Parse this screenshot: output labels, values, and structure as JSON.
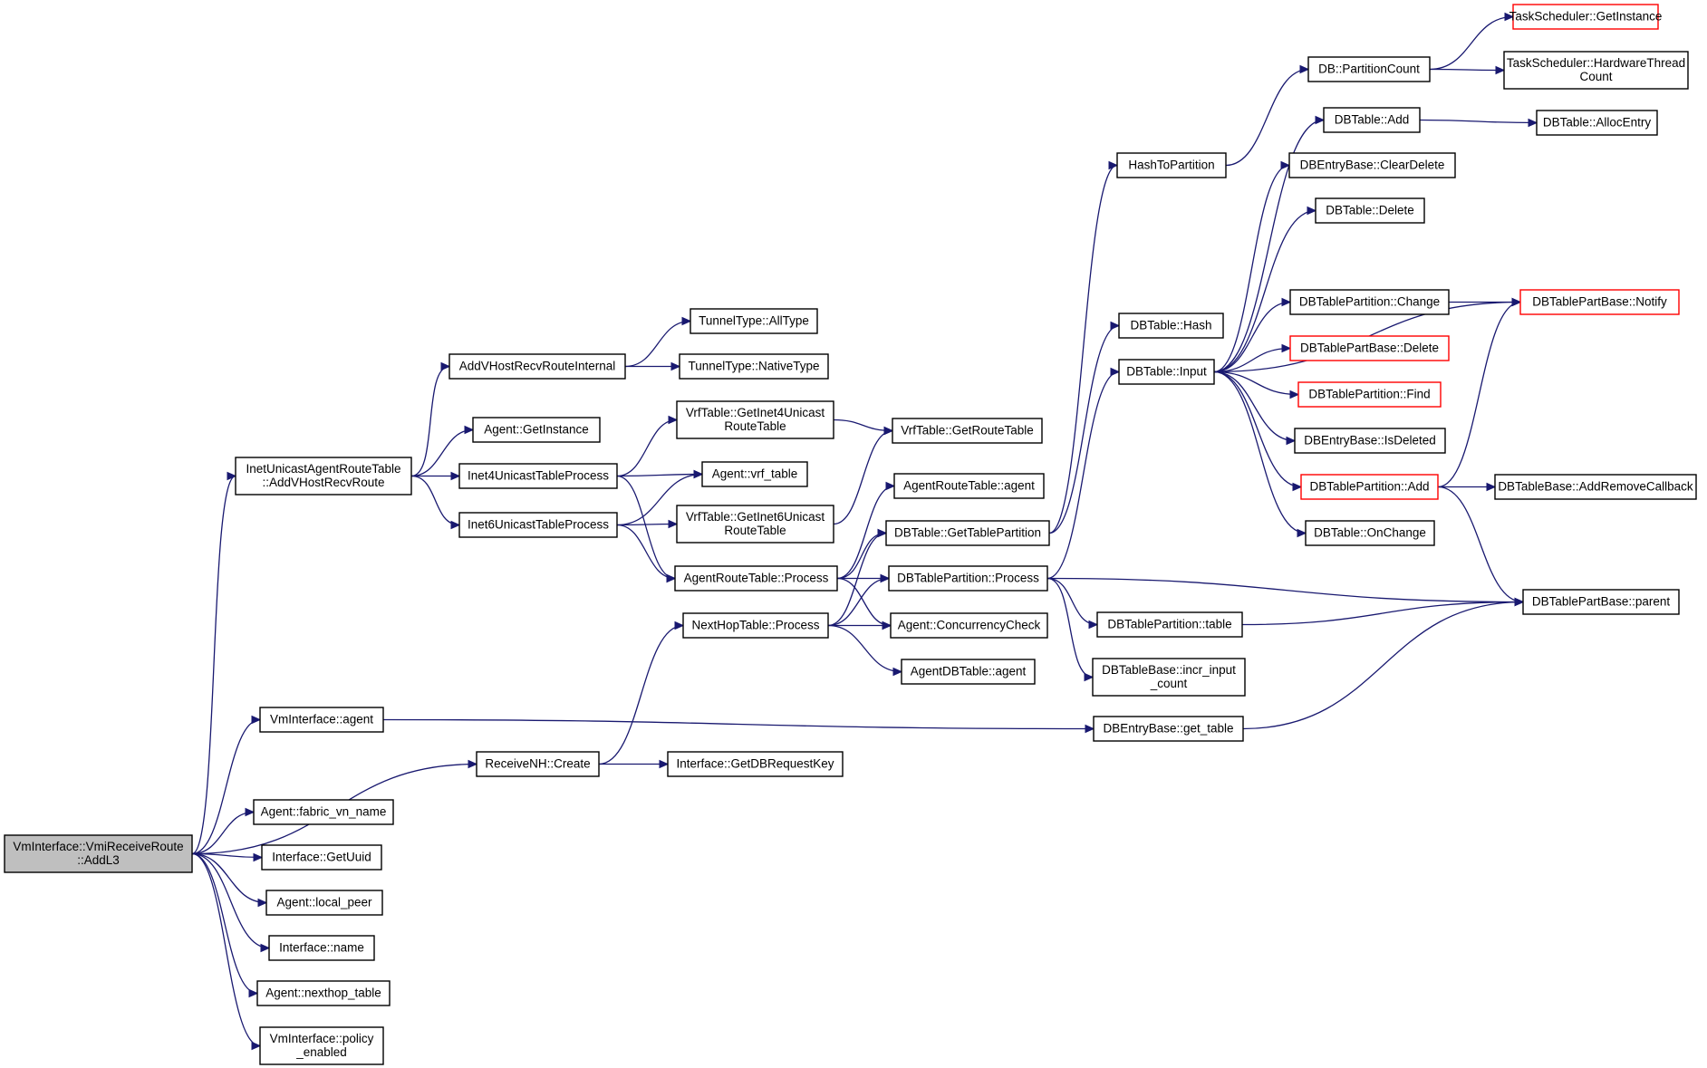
{
  "diagram": {
    "type": "call-graph",
    "colors": {
      "edge": "#191970",
      "root_fill": "#bfbfbf",
      "node_border": "#000000",
      "truncated_border": "#ff0000"
    },
    "nodes": [
      {
        "id": "n0",
        "lines": [
          "VmInterface::VmiReceiveRoute",
          "::AddL3"
        ],
        "root": true
      },
      {
        "id": "n1",
        "lines": [
          "InetUnicastAgentRouteTable",
          "::AddVHostRecvRoute"
        ]
      },
      {
        "id": "n2",
        "lines": [
          "AddVHostRecvRouteInternal"
        ]
      },
      {
        "id": "n3",
        "lines": [
          "TunnelType::AllType"
        ]
      },
      {
        "id": "n4",
        "lines": [
          "TunnelType::NativeType"
        ]
      },
      {
        "id": "n5",
        "lines": [
          "Agent::GetInstance"
        ]
      },
      {
        "id": "n6",
        "lines": [
          "Inet4UnicastTableProcess"
        ]
      },
      {
        "id": "n7",
        "lines": [
          "VrfTable::GetInet4Unicast",
          "RouteTable"
        ]
      },
      {
        "id": "n8",
        "lines": [
          "VrfTable::GetRouteTable"
        ]
      },
      {
        "id": "n9",
        "lines": [
          "Agent::vrf_table"
        ]
      },
      {
        "id": "n10",
        "lines": [
          "Inet6UnicastTableProcess"
        ]
      },
      {
        "id": "n11",
        "lines": [
          "VrfTable::GetInet6Unicast",
          "RouteTable"
        ]
      },
      {
        "id": "n12",
        "lines": [
          "AgentRouteTable::agent"
        ]
      },
      {
        "id": "n13",
        "lines": [
          "AgentRouteTable::Process"
        ]
      },
      {
        "id": "n14",
        "lines": [
          "DBTable::GetTablePartition"
        ]
      },
      {
        "id": "n15",
        "lines": [
          "DBTablePartition::Process"
        ]
      },
      {
        "id": "n16",
        "lines": [
          "NextHopTable::Process"
        ]
      },
      {
        "id": "n17",
        "lines": [
          "Agent::ConcurrencyCheck"
        ]
      },
      {
        "id": "n18",
        "lines": [
          "AgentDBTable::agent"
        ]
      },
      {
        "id": "n19",
        "lines": [
          "VmInterface::agent"
        ]
      },
      {
        "id": "n20",
        "lines": [
          "ReceiveNH::Create"
        ]
      },
      {
        "id": "n21",
        "lines": [
          "Interface::GetDBRequestKey"
        ]
      },
      {
        "id": "n22",
        "lines": [
          "Agent::fabric_vn_name"
        ]
      },
      {
        "id": "n23",
        "lines": [
          "Interface::GetUuid"
        ]
      },
      {
        "id": "n24",
        "lines": [
          "Agent::local_peer"
        ]
      },
      {
        "id": "n25",
        "lines": [
          "Interface::name"
        ]
      },
      {
        "id": "n26",
        "lines": [
          "Agent::nexthop_table"
        ]
      },
      {
        "id": "n27",
        "lines": [
          "VmInterface::policy",
          "_enabled"
        ]
      },
      {
        "id": "n28",
        "lines": [
          "HashToPartition"
        ]
      },
      {
        "id": "n29",
        "lines": [
          "DB::PartitionCount"
        ]
      },
      {
        "id": "n30",
        "lines": [
          "TaskScheduler::GetInstance"
        ],
        "truncated": true
      },
      {
        "id": "n31",
        "lines": [
          "TaskScheduler::HardwareThread",
          "Count"
        ]
      },
      {
        "id": "n32",
        "lines": [
          "DBTable::Hash"
        ]
      },
      {
        "id": "n33",
        "lines": [
          "DBTable::Input"
        ]
      },
      {
        "id": "n34",
        "lines": [
          "DBTable::Add"
        ]
      },
      {
        "id": "n35",
        "lines": [
          "DBTable::AllocEntry"
        ]
      },
      {
        "id": "n36",
        "lines": [
          "DBEntryBase::ClearDelete"
        ]
      },
      {
        "id": "n37",
        "lines": [
          "DBTable::Delete"
        ]
      },
      {
        "id": "n38",
        "lines": [
          "DBTablePartition::Change"
        ]
      },
      {
        "id": "n39",
        "lines": [
          "DBTablePartBase::Notify"
        ],
        "truncated": true
      },
      {
        "id": "n40",
        "lines": [
          "DBTablePartBase::Delete"
        ],
        "truncated": true
      },
      {
        "id": "n41",
        "lines": [
          "DBTablePartition::Find"
        ],
        "truncated": true
      },
      {
        "id": "n42",
        "lines": [
          "DBEntryBase::IsDeleted"
        ]
      },
      {
        "id": "n43",
        "lines": [
          "DBTablePartition::Add"
        ],
        "truncated": true
      },
      {
        "id": "n44",
        "lines": [
          "DBTableBase::AddRemoveCallback"
        ]
      },
      {
        "id": "n45",
        "lines": [
          "DBTable::OnChange"
        ]
      },
      {
        "id": "n46",
        "lines": [
          "DBTablePartBase::parent"
        ]
      },
      {
        "id": "n47",
        "lines": [
          "DBTablePartition::table"
        ]
      },
      {
        "id": "n48",
        "lines": [
          "DBTableBase::incr_input",
          "_count"
        ]
      },
      {
        "id": "n49",
        "lines": [
          "DBEntryBase::get_table"
        ]
      }
    ],
    "edges": [
      [
        "n0",
        "n1"
      ],
      [
        "n0",
        "n19"
      ],
      [
        "n0",
        "n20"
      ],
      [
        "n0",
        "n22"
      ],
      [
        "n0",
        "n23"
      ],
      [
        "n0",
        "n24"
      ],
      [
        "n0",
        "n25"
      ],
      [
        "n0",
        "n26"
      ],
      [
        "n0",
        "n27"
      ],
      [
        "n1",
        "n2"
      ],
      [
        "n1",
        "n5"
      ],
      [
        "n1",
        "n6"
      ],
      [
        "n1",
        "n10"
      ],
      [
        "n2",
        "n3"
      ],
      [
        "n2",
        "n4"
      ],
      [
        "n6",
        "n7"
      ],
      [
        "n6",
        "n9"
      ],
      [
        "n6",
        "n13"
      ],
      [
        "n7",
        "n8"
      ],
      [
        "n10",
        "n9"
      ],
      [
        "n10",
        "n11"
      ],
      [
        "n10",
        "n13"
      ],
      [
        "n11",
        "n8"
      ],
      [
        "n13",
        "n12"
      ],
      [
        "n13",
        "n14"
      ],
      [
        "n13",
        "n15"
      ],
      [
        "n13",
        "n17"
      ],
      [
        "n14",
        "n28"
      ],
      [
        "n14",
        "n32"
      ],
      [
        "n15",
        "n33"
      ],
      [
        "n15",
        "n46"
      ],
      [
        "n15",
        "n47"
      ],
      [
        "n15",
        "n48"
      ],
      [
        "n16",
        "n14"
      ],
      [
        "n16",
        "n15"
      ],
      [
        "n16",
        "n17"
      ],
      [
        "n16",
        "n18"
      ],
      [
        "n19",
        "n49"
      ],
      [
        "n20",
        "n16"
      ],
      [
        "n20",
        "n21"
      ],
      [
        "n28",
        "n29"
      ],
      [
        "n29",
        "n30"
      ],
      [
        "n29",
        "n31"
      ],
      [
        "n33",
        "n34"
      ],
      [
        "n33",
        "n36"
      ],
      [
        "n33",
        "n37"
      ],
      [
        "n33",
        "n38"
      ],
      [
        "n33",
        "n39"
      ],
      [
        "n33",
        "n40"
      ],
      [
        "n33",
        "n41"
      ],
      [
        "n33",
        "n42"
      ],
      [
        "n33",
        "n43"
      ],
      [
        "n33",
        "n45"
      ],
      [
        "n34",
        "n35"
      ],
      [
        "n38",
        "n39"
      ],
      [
        "n43",
        "n39"
      ],
      [
        "n43",
        "n44"
      ],
      [
        "n43",
        "n46"
      ],
      [
        "n47",
        "n46"
      ],
      [
        "n49",
        "n46"
      ]
    ]
  }
}
